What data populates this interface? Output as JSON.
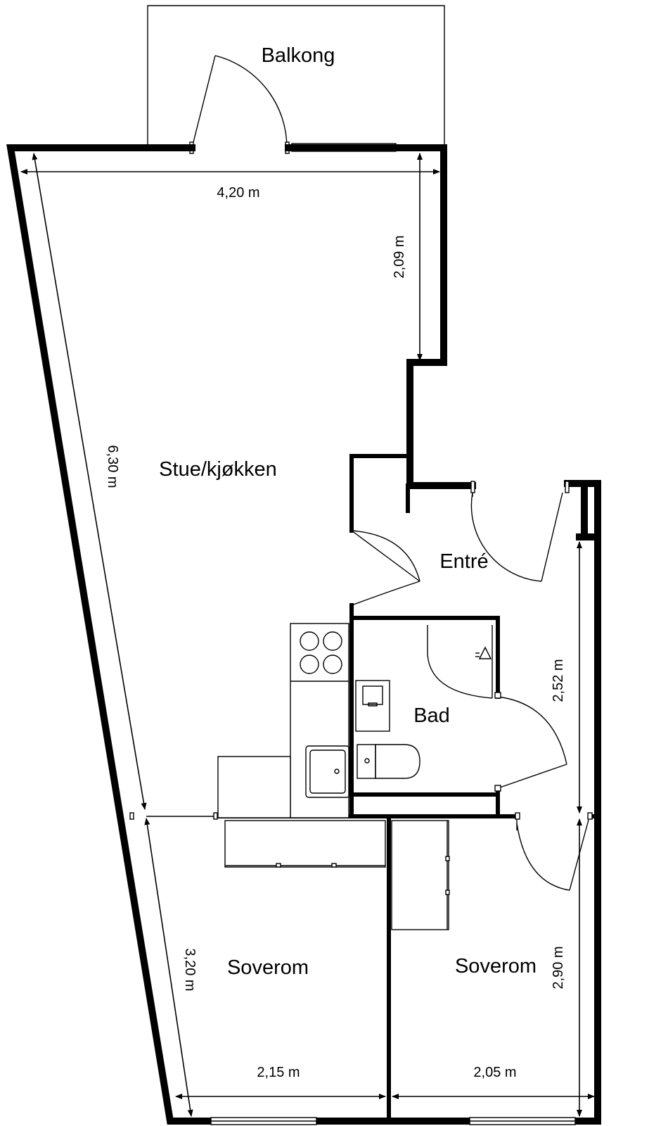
{
  "rooms": {
    "balcony": "Balkong",
    "living_kitchen": "Stue/kjøkken",
    "entrance": "Entré",
    "bathroom": "Bad",
    "bedroom_left": "Soverom",
    "bedroom_right": "Soverom"
  },
  "dimensions": {
    "living_width": "4,20 m",
    "living_depth_right": "2,09 m",
    "living_length_left": "6,30 m",
    "entrance_length": "2,52 m",
    "bedroom_left_depth": "3,20 m",
    "bedroom_left_width": "2,15 m",
    "bedroom_right_width": "2,05 m",
    "bedroom_right_depth": "2,90 m"
  }
}
